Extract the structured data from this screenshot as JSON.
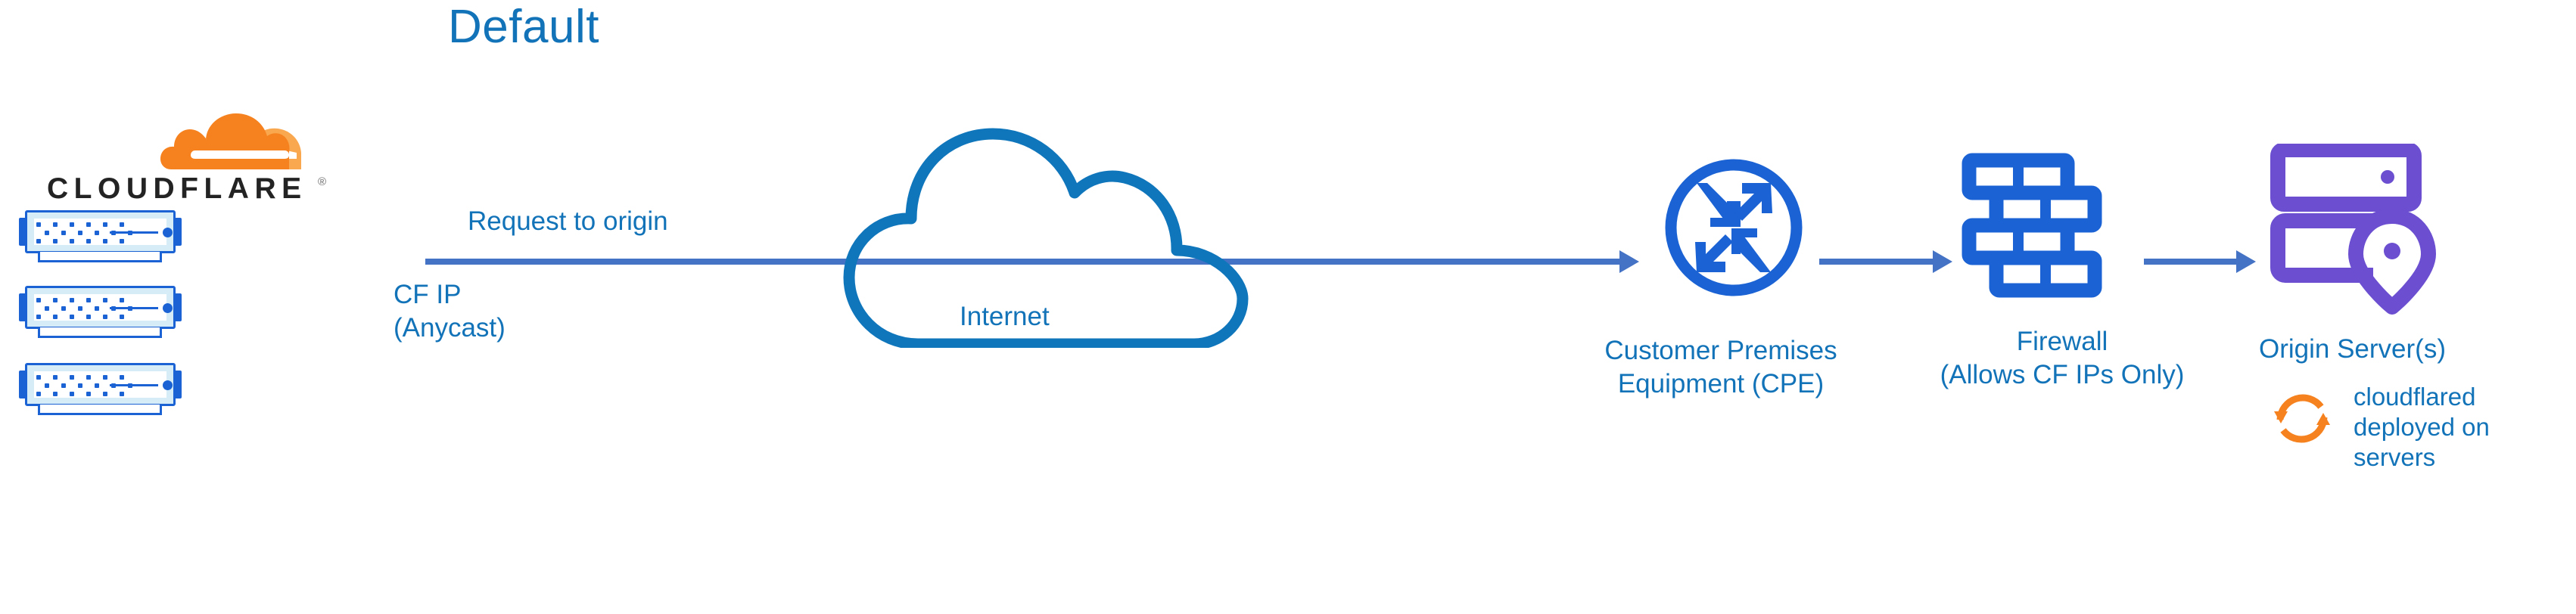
{
  "diagram": {
    "title": "Default",
    "brand": {
      "wordmark": "CLOUDFLARE",
      "registered_mark": "®",
      "logo_icon": "cloudflare-cloud-logo"
    },
    "colors": {
      "title_blue": "#1273b8",
      "label_blue": "#1273b8",
      "connector_blue": "#4472c4",
      "icon_blue": "#1b63d4",
      "cloud_blue": "#1076bc",
      "device_fill": "#d6edf7",
      "origin_purple": "#6b4fd0",
      "cloudflared_orange": "#f6821f",
      "wordmark_black": "#232323"
    },
    "nodes": [
      {
        "id": "cf-edge",
        "icon": "stacked-network-devices",
        "sublabel_line1": "CF IP",
        "sublabel_line2": "(Anycast)",
        "device_count": 3
      },
      {
        "id": "internet",
        "icon": "cloud-outline",
        "label": "Internet"
      },
      {
        "id": "cpe",
        "icon": "router-arrows-circle",
        "label_line1": "Customer Premises",
        "label_line2": "Equipment (CPE)"
      },
      {
        "id": "firewall",
        "icon": "brick-wall",
        "label_line1": "Firewall",
        "label_line2": "(Allows CF IPs Only)"
      },
      {
        "id": "origin-server",
        "icon": "server-rack-with-location-pin",
        "label": "Origin Server(s)",
        "note_icon": "sync-arrows-circle",
        "note_line1": "cloudflared",
        "note_line2": "deployed on",
        "note_line3": "servers"
      }
    ],
    "connectors": [
      {
        "id": "edge-to-cpe",
        "label": "Request to origin",
        "from": "cf-edge",
        "to": "cpe",
        "arrow": true
      },
      {
        "id": "cpe-to-firewall",
        "label": "",
        "from": "cpe",
        "to": "firewall",
        "arrow": true
      },
      {
        "id": "firewall-to-origin",
        "label": "",
        "from": "firewall",
        "to": "origin-server",
        "arrow": true
      }
    ],
    "labels": {
      "request_to_origin": "Request to origin",
      "cf_ip": "CF IP\n(Anycast)",
      "internet": "Internet",
      "cpe": "Customer Premises\nEquipment (CPE)",
      "firewall": "Firewall\n(Allows CF IPs Only)",
      "origin_server": "Origin Server(s)",
      "cloudflared_note": "cloudflared\ndeployed on\nservers"
    }
  }
}
